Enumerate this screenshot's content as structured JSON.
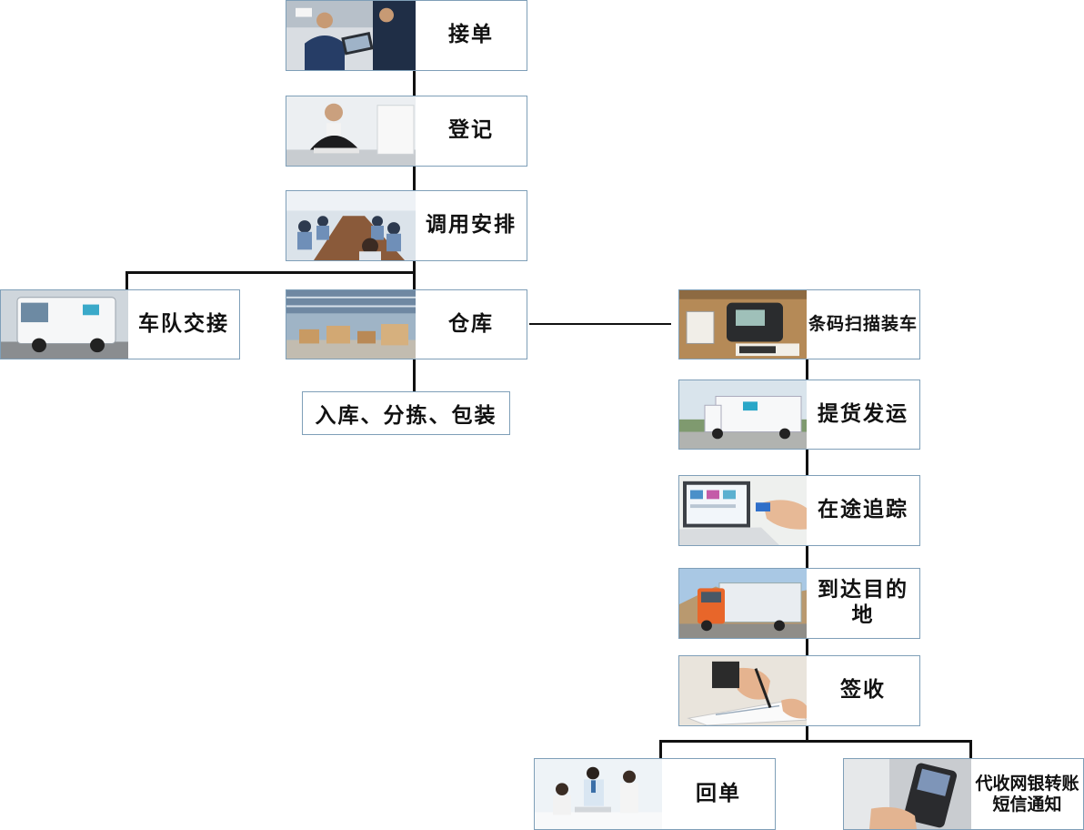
{
  "nodes": {
    "order_receive": "接单",
    "register": "登记",
    "dispatch_arrange": "调用安排",
    "fleet_handover": "车队交接",
    "warehouse": "仓库",
    "warehouse_ops": "入库、分拣、包装",
    "barcode_scan_load": "条码扫描装车",
    "pickup_ship": "提货发运",
    "in_transit_tracking": "在途追踪",
    "arrive_destination": "到达目的地",
    "sign_receipt": "签收",
    "return_receipt": "回单",
    "cod_sms_line1": "代收网银转账",
    "cod_sms_line2": "短信通知"
  },
  "colors": {
    "node_border": "#7f9fb8",
    "connector": "#111111",
    "label_text": "#111111"
  },
  "icons": {
    "order_receive": "meeting-laptop-photo",
    "register": "office-desk-photo",
    "dispatch_arrange": "conference-room-photo",
    "fleet_handover": "delivery-van-photo",
    "warehouse": "warehouse-interior-photo",
    "barcode_scan_load": "barcode-scanner-photo",
    "pickup_ship": "white-truck-photo",
    "in_transit_tracking": "laptop-tracking-photo",
    "arrive_destination": "orange-truck-photo",
    "sign_receipt": "signing-document-photo",
    "return_receipt": "office-team-photo",
    "cod_sms": "mobile-phone-photo"
  }
}
